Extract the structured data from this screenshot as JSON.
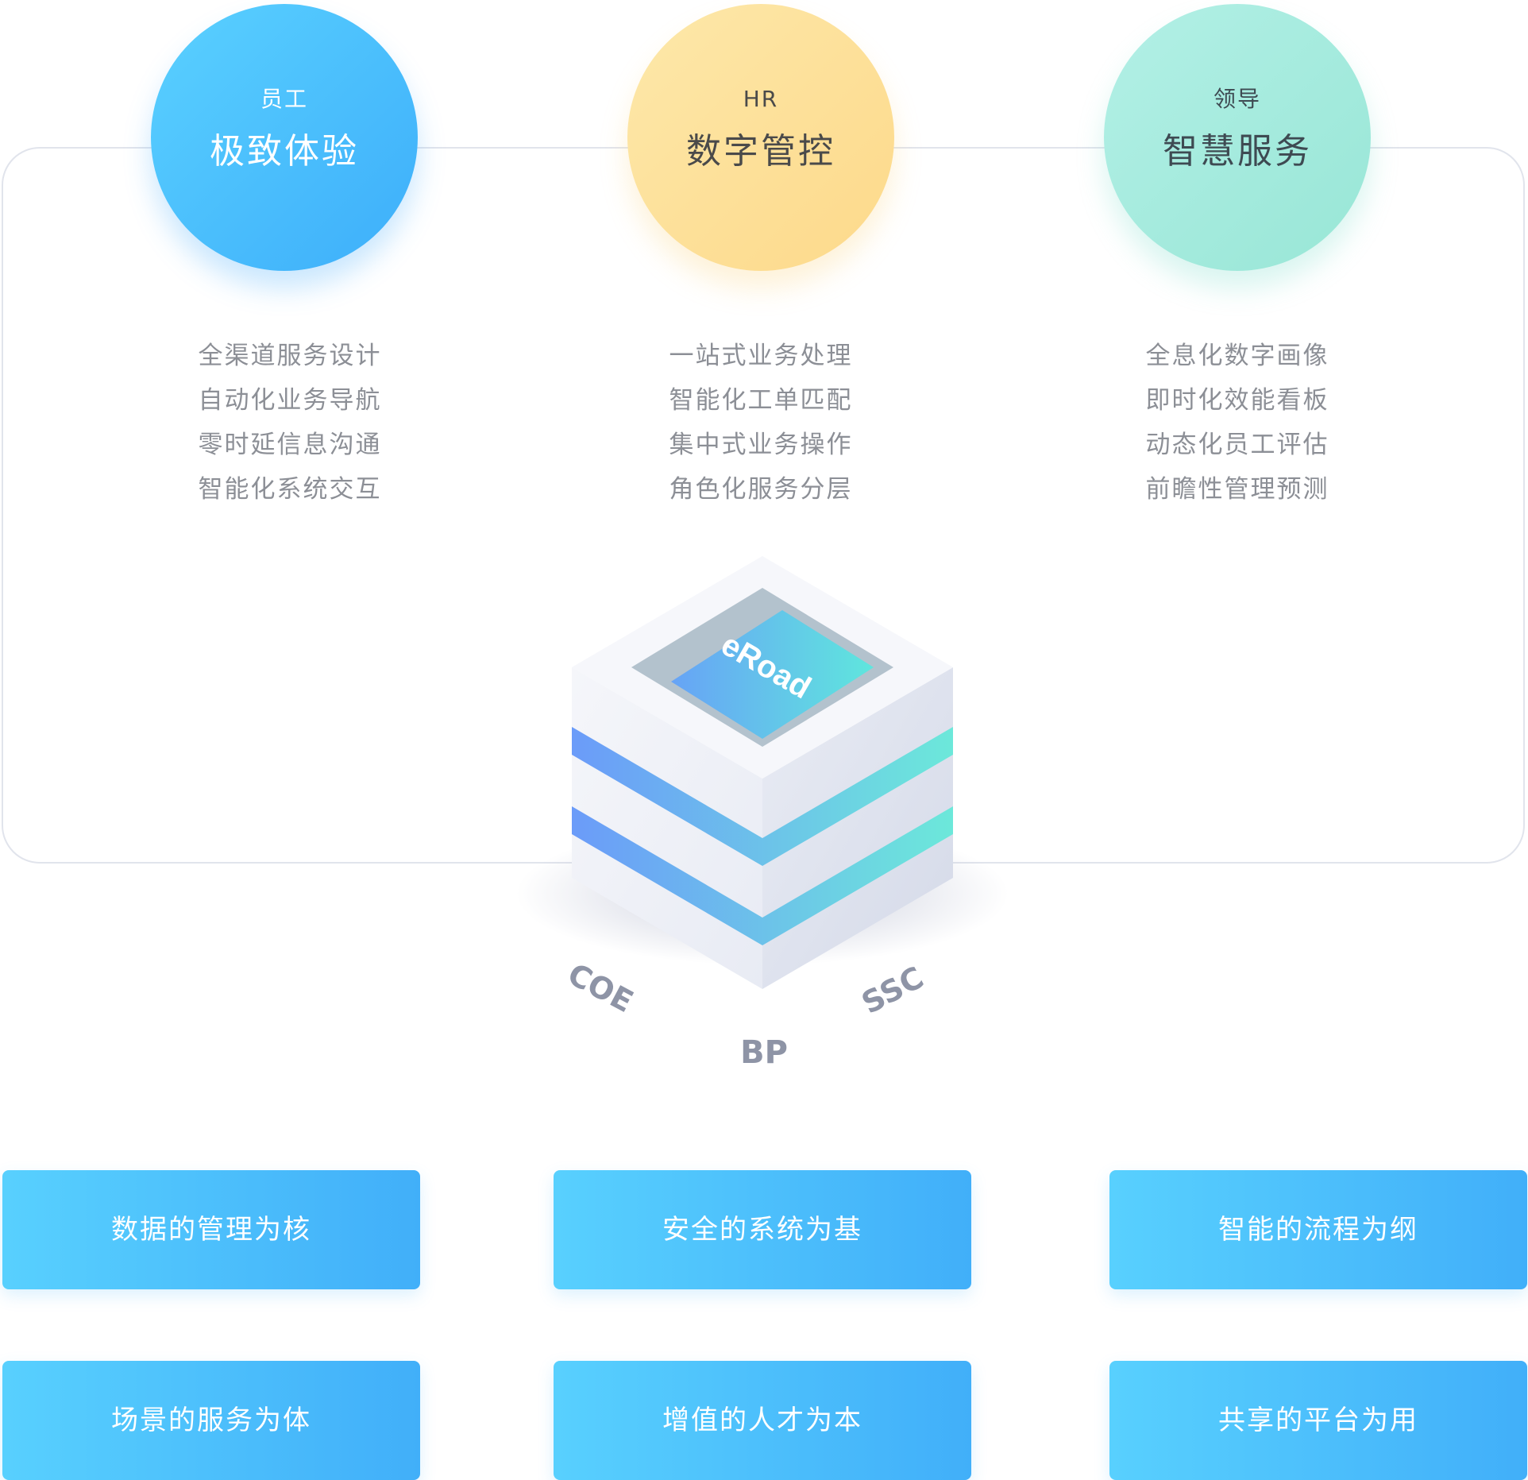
{
  "roles": [
    {
      "label": "员工",
      "title": "极致体验",
      "features": [
        "全渠道服务设计",
        "自动化业务导航",
        "零时延信息沟通",
        "智能化系统交互"
      ]
    },
    {
      "label": "HR",
      "title": "数字管控",
      "features": [
        "一站式业务处理",
        "智能化工单匹配",
        "集中式业务操作",
        "角色化服务分层"
      ]
    },
    {
      "label": "领导",
      "title": "智慧服务",
      "features": [
        "全息化数字画像",
        "即时化效能看板",
        "动态化员工评估",
        "前瞻性管理预测"
      ]
    }
  ],
  "core": {
    "logo_text": "eRoad",
    "sides": [
      "COE",
      "BP",
      "SSC"
    ]
  },
  "pillars": [
    [
      "数据的管理为核",
      "安全的系统为基",
      "智能的流程为纲"
    ],
    [
      "场景的服务为体",
      "增值的人才为本",
      "共享的平台为用"
    ]
  ],
  "colors": {
    "employee": "#4dbffd",
    "hr": "#fde09a",
    "leader": "#a6ebdf",
    "pillar": "#4cc0fb",
    "band_start": "#6b9bf9",
    "band_end": "#6ce8da",
    "side_label": "#8e94a6"
  }
}
